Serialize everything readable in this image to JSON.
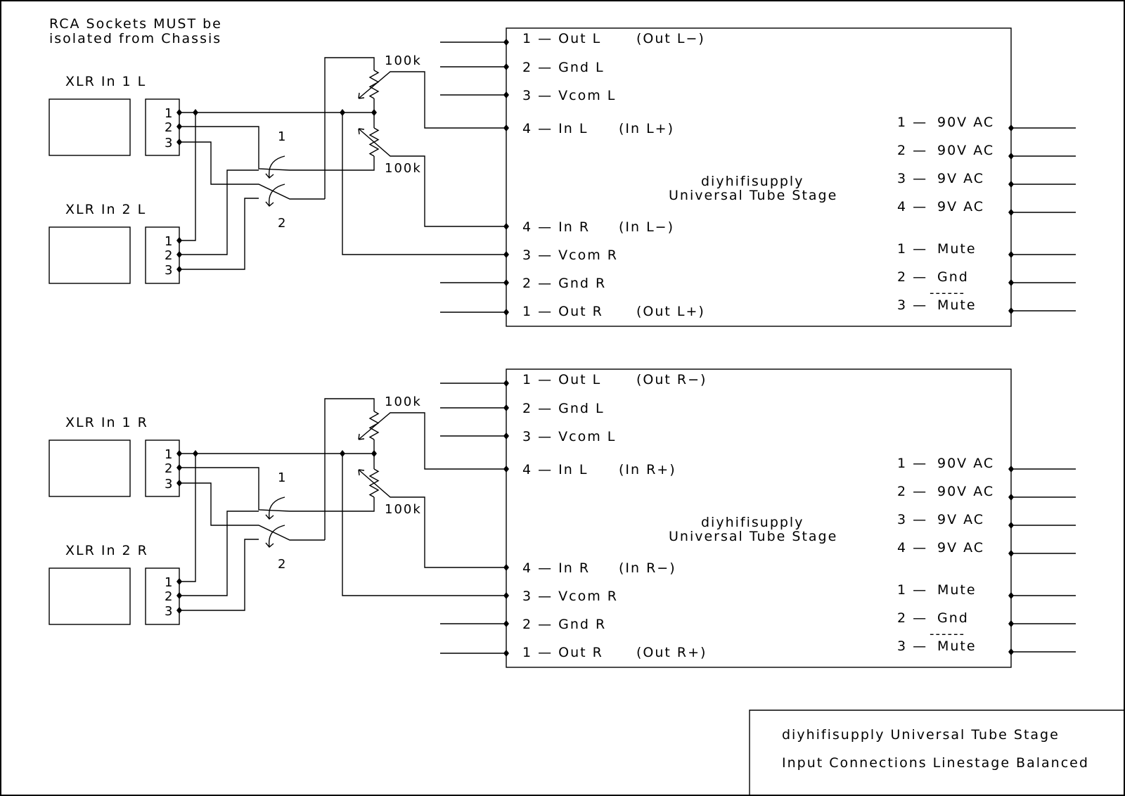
{
  "notes": {
    "line1": "RCA Sockets MUST be",
    "line2": "isolated from Chassis"
  },
  "sections": [
    {
      "id": "left",
      "xlr_in_1": "XLR In 1 L",
      "xlr_in_2": "XLR In 2 L",
      "xlr_pins": [
        "1",
        "2",
        "3"
      ],
      "pot_top": "100k",
      "pot_bottom": "100k",
      "switch_pos_1": "1",
      "switch_pos_2": "2",
      "module_title_1": "diyhifisupply",
      "module_title_2": "Universal Tube Stage",
      "left_pins": [
        {
          "label": "1 — Out L",
          "alias": "(Out L−)"
        },
        {
          "label": "2 — Gnd L",
          "alias": ""
        },
        {
          "label": "3 — Vcom L",
          "alias": ""
        },
        {
          "label": "4 — In L",
          "alias": "(In L+)"
        },
        {
          "label": "4 — In R",
          "alias": "(In L−)"
        },
        {
          "label": "3 — Vcom R",
          "alias": ""
        },
        {
          "label": "2 — Gnd R",
          "alias": ""
        },
        {
          "label": "1 — Out R",
          "alias": "(Out L+)"
        }
      ],
      "right_pins": [
        {
          "num": "1 —",
          "label": "90V AC"
        },
        {
          "num": "2 —",
          "label": "90V AC"
        },
        {
          "num": "3 —",
          "label": "9V AC"
        },
        {
          "num": "4 —",
          "label": "9V AC"
        },
        {
          "num": "1 —",
          "label": "Mute"
        },
        {
          "num": "2 —",
          "label": "Gnd"
        },
        {
          "num": "3 —",
          "label": "Mute",
          "overbar": "------"
        }
      ]
    },
    {
      "id": "right",
      "xlr_in_1": "XLR In 1 R",
      "xlr_in_2": "XLR In 2 R",
      "xlr_pins": [
        "1",
        "2",
        "3"
      ],
      "pot_top": "100k",
      "pot_bottom": "100k",
      "switch_pos_1": "1",
      "switch_pos_2": "2",
      "module_title_1": "diyhifisupply",
      "module_title_2": "Universal Tube Stage",
      "left_pins": [
        {
          "label": "1 — Out L",
          "alias": "(Out R−)"
        },
        {
          "label": "2 — Gnd L",
          "alias": ""
        },
        {
          "label": "3 — Vcom L",
          "alias": ""
        },
        {
          "label": "4 — In L",
          "alias": "(In R+)"
        },
        {
          "label": "4 — In R",
          "alias": "(In R−)"
        },
        {
          "label": "3 — Vcom R",
          "alias": ""
        },
        {
          "label": "2 — Gnd R",
          "alias": ""
        },
        {
          "label": "1 — Out R",
          "alias": "(Out R+)"
        }
      ],
      "right_pins": [
        {
          "num": "1 —",
          "label": "90V AC"
        },
        {
          "num": "2 —",
          "label": "90V AC"
        },
        {
          "num": "3 —",
          "label": "9V AC"
        },
        {
          "num": "4 —",
          "label": "9V AC"
        },
        {
          "num": "1 —",
          "label": "Mute"
        },
        {
          "num": "2 —",
          "label": "Gnd"
        },
        {
          "num": "3 —",
          "label": "Mute",
          "overbar": "------"
        }
      ]
    }
  ],
  "title_block": {
    "line1": "diyhifisupply Universal Tube Stage",
    "line2": "Input Connections Linestage Balanced"
  }
}
